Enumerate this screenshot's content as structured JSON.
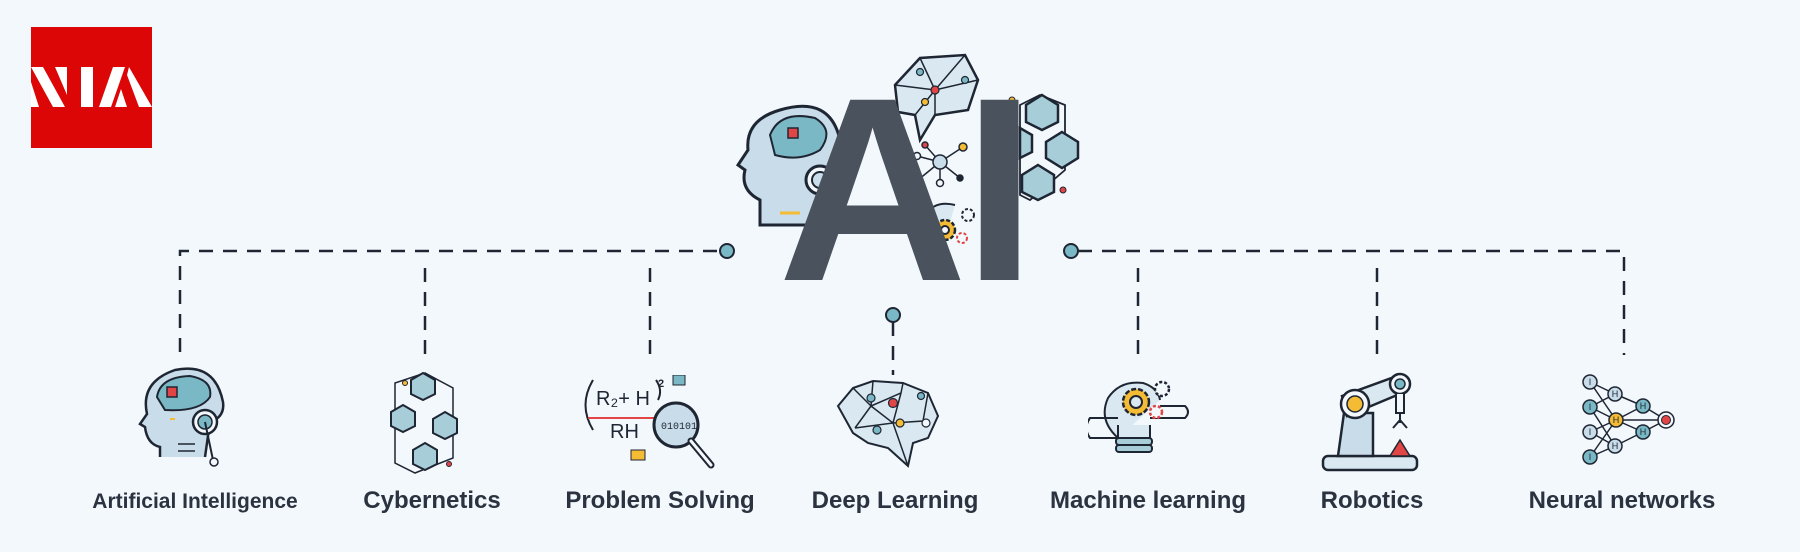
{
  "logo": {
    "text": "NIA",
    "color": "#dc0606"
  },
  "center_title": "AI",
  "colors": {
    "background": "#f3f8fc",
    "title": "#4a525e",
    "line": "#1f2633",
    "accent_teal": "#7ab8c6",
    "accent_light": "#c8dde9",
    "accent_yellow": "#f4bb34",
    "accent_red": "#e24545"
  },
  "topics": [
    {
      "label": "Artificial Intelligence",
      "icon": "robot-head-icon"
    },
    {
      "label": "Cybernetics",
      "icon": "cubes-network-icon"
    },
    {
      "label": "Problem Solving",
      "icon": "formula-magnifier-icon"
    },
    {
      "label": "Deep Learning",
      "icon": "polygon-brain-icon"
    },
    {
      "label": "Machine learning",
      "icon": "lightbulb-gears-icon"
    },
    {
      "label": "Robotics",
      "icon": "robot-arm-icon"
    },
    {
      "label": "Neural networks",
      "icon": "neural-network-icon"
    }
  ],
  "problem_solving_formula": {
    "numerator": "R₂+ H",
    "denominator": "RH",
    "exponent": "2",
    "binary": "010101"
  },
  "neural_nodes": {
    "input": "I",
    "hidden": "H"
  }
}
